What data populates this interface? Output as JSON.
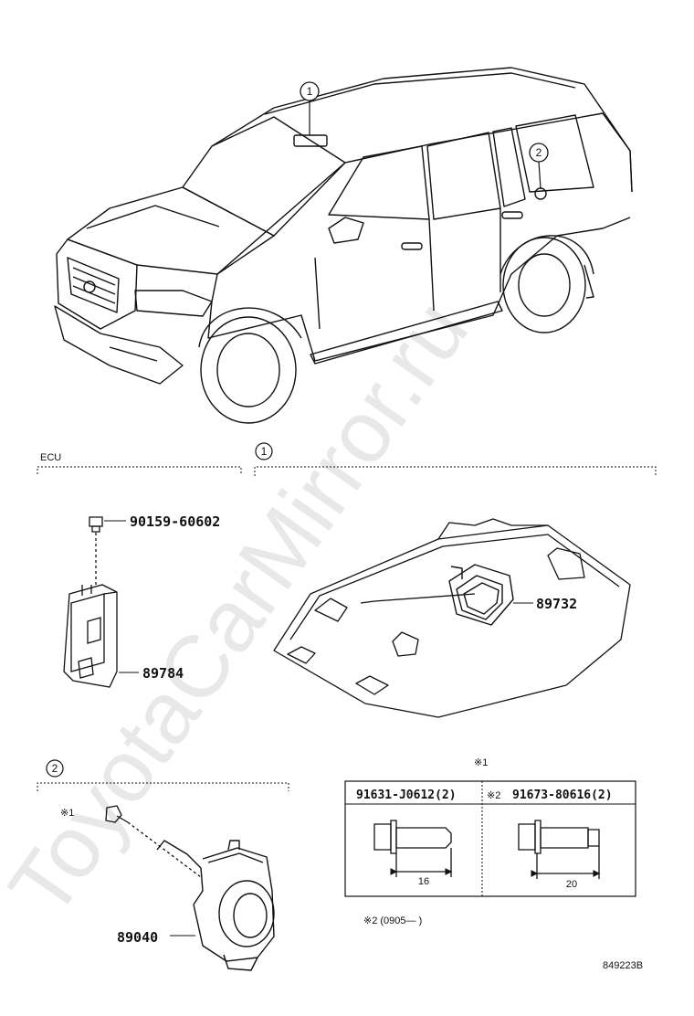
{
  "watermark": "ToyotaCarMirror.ru",
  "callouts": {
    "c1": "1",
    "c2": "2"
  },
  "sections": {
    "ecu": "ECU",
    "sec1": "1",
    "sec2": "2"
  },
  "parts": {
    "screw": "90159-60602",
    "ecu": "89784",
    "sensor": "89732",
    "horn": "89040"
  },
  "notes": {
    "mark1": "※1",
    "mark1_small": "※1",
    "mark2": "※2",
    "footnote": "※2 (0905—     )"
  },
  "bolt_table": {
    "col1_header": "91631-J0612(2)",
    "col2_header": "91673-80616(2)",
    "col1_dim": "16",
    "col2_dim": "20"
  },
  "diagram_code": "849223B"
}
